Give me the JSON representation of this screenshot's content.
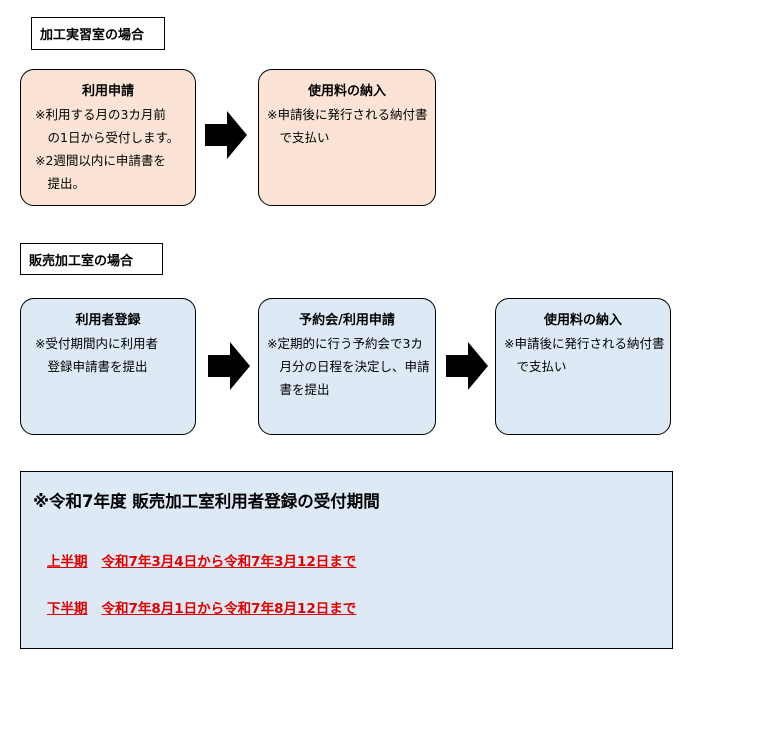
{
  "section1": {
    "label": "加工実習室の場合",
    "step1": {
      "title": "利用申請",
      "lines": [
        "※利用する月の3カ月前",
        "　の1日から受付します。",
        "※2週間以内に申請書を",
        "　提出。"
      ]
    },
    "step2": {
      "title": "使用料の納入",
      "lines": [
        "※申請後に発行される納付書",
        "　で支払い"
      ]
    }
  },
  "section2": {
    "label": "販売加工室の場合",
    "step1": {
      "title": "利用者登録",
      "lines": [
        "※受付期間内に利用者",
        "　登録申請書を提出"
      ]
    },
    "step2": {
      "title": "予約会/利用申請",
      "lines": [
        "※定期的に行う予約会で3カ",
        "　月分の日程を決定し、申請",
        "　書を提出"
      ]
    },
    "step3": {
      "title": "使用料の納入",
      "lines": [
        "※申請後に発行される納付書",
        "　で支払い"
      ]
    }
  },
  "periods": {
    "title": "※令和7年度 販売加工室利用者登録の受付期間",
    "first_half": {
      "term": "上半期",
      "range": "令和7年3月4日から令和7年3月12日まで"
    },
    "second_half": {
      "term": "下半期",
      "range": "令和7年8月1日から令和7年8月12日まで"
    }
  },
  "colors": {
    "peach": "#fbe4d5",
    "light_blue": "#dde9f5",
    "red_text": "#e00000"
  }
}
